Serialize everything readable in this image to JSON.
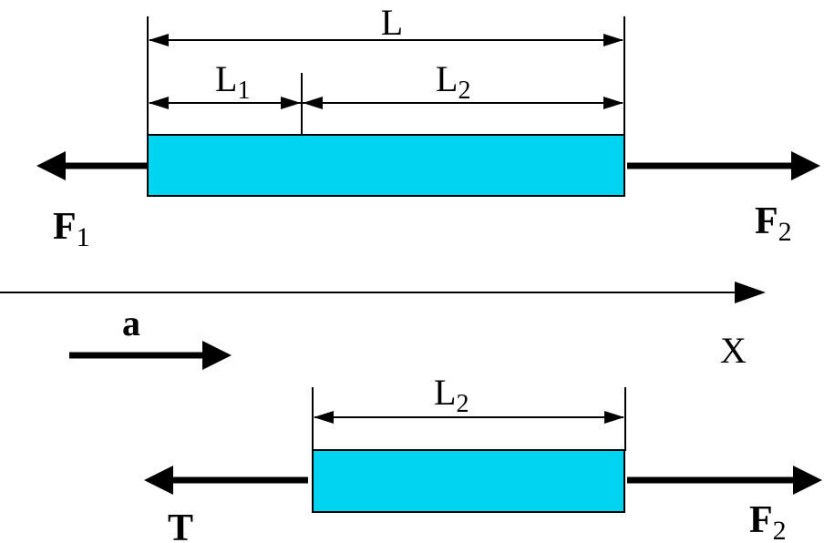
{
  "top": {
    "dim_total": {
      "main": "L",
      "sub": ""
    },
    "dim_left": {
      "main": "L",
      "sub": "1"
    },
    "dim_right": {
      "main": "L",
      "sub": "2"
    },
    "force_left": {
      "main": "F",
      "sub": "1"
    },
    "force_right": {
      "main": "F",
      "sub": "2"
    }
  },
  "axis": {
    "label": "X"
  },
  "acceleration": {
    "label": "a"
  },
  "bottom": {
    "dim": {
      "main": "L",
      "sub": "2"
    },
    "force_left": {
      "main": "T",
      "sub": ""
    },
    "force_right": {
      "main": "F",
      "sub": "2"
    }
  },
  "colors": {
    "bar_fill": "#00d4f0",
    "stroke": "#000000",
    "background": "#ffffff"
  }
}
